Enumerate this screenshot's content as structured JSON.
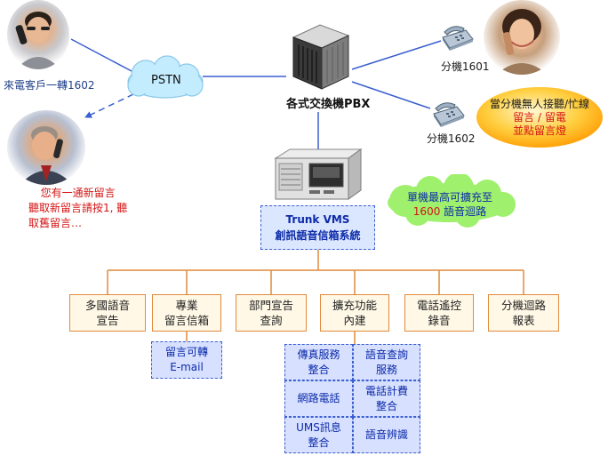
{
  "labels": {
    "pstn": "PSTN",
    "pbx": "各式交換機PBX",
    "incoming_line1": "來電客戶一轉1602",
    "ext1601": "分機1601",
    "ext1602": "分機1602",
    "new_msg_line1": "您有一通新留言",
    "new_msg_line2": "聽取新留言請按1, 聽",
    "new_msg_line3": "取舊留言…",
    "vms_line1": "Trunk VMS",
    "vms_line2": "創訊語音信箱系統"
  },
  "callouts": {
    "no_answer_line1": "當分機無人接聽/忙線",
    "no_answer_line2": "留言 / 留電",
    "no_answer_line3": "並點留言燈",
    "capacity_line1": "單機最高可擴充至",
    "capacity_num": "1600",
    "capacity_line2": "語音迴路"
  },
  "modules": [
    {
      "line1": "多國語音",
      "line2": "宣告"
    },
    {
      "line1": "專業",
      "line2": "留言信箱"
    },
    {
      "line1": "部門宣告",
      "line2": "查詢"
    },
    {
      "line1": "擴充功能",
      "line2": "內建"
    },
    {
      "line1": "電話遙控",
      "line2": "錄音"
    },
    {
      "line1": "分機迴路",
      "line2": "報表"
    }
  ],
  "forward_box": {
    "line1": "留言可轉",
    "line2": "E-mail"
  },
  "extensions": [
    {
      "line1": "傳真服務",
      "line2": "整合"
    },
    {
      "line1": "語音查詢",
      "line2": "服務"
    },
    {
      "line1": "網路電話",
      "line2": ""
    },
    {
      "line1": "電話計費",
      "line2": "整合"
    },
    {
      "line1": "UMS訊息",
      "line2": "整合"
    },
    {
      "line1": "語音辨識",
      "line2": ""
    }
  ],
  "colors": {
    "link_line": "#3a5ed0",
    "tree_line": "#e08a3c",
    "module_fill": "#fff8e6",
    "dashed_fill": "#d7e0ff",
    "cloud_fill": "#c4ecff",
    "green_cloud": "#9ff06c",
    "orange_callout": "#ffb000",
    "red_text": "#d41414"
  },
  "icons": {
    "pstn": "cloud-icon",
    "pbx": "server-icon",
    "vms": "rack-server-icon",
    "phone": "desk-phone-icon"
  }
}
